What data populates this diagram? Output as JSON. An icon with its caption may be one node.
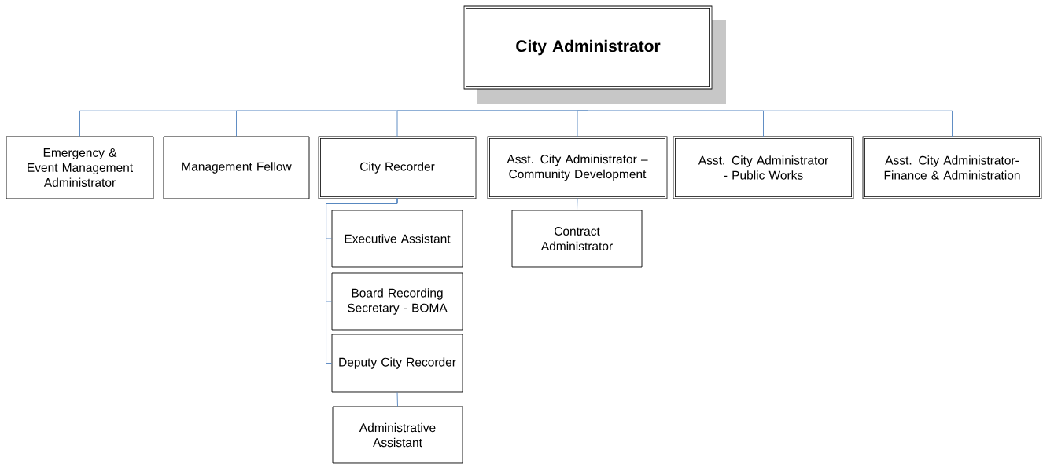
{
  "diagram": {
    "nodes": [
      {
        "text": [
          "City Administrator"
        ]
      },
      {
        "text": [
          "Emergency & Event Management Administrator"
        ]
      },
      {
        "text": [
          "Management Fellow"
        ]
      },
      {
        "text": [
          "City Recorder"
        ]
      },
      {
        "text": [
          "Asst. City Administrator – Community Development"
        ]
      },
      {
        "text": [
          "Asst. City Administrator - Public Works"
        ]
      },
      {
        "text": [
          "Asst. City Administrator- Finance & Administration"
        ]
      },
      {
        "text": [
          "Executive Assistant"
        ]
      },
      {
        "text": [
          "Board Recording Secretary - BOMA"
        ]
      },
      {
        "text": [
          "Deputy City Recorder"
        ]
      },
      {
        "text": [
          "Administrative Assistant"
        ]
      },
      {
        "text": [
          "Contract Administrator"
        ]
      }
    ],
    "edges": [
      {
        "from": 0,
        "to": 1,
        "arrow": "none"
      },
      {
        "from": 0,
        "to": 2,
        "arrow": "none"
      },
      {
        "from": 0,
        "to": 3,
        "arrow": "none"
      },
      {
        "from": 0,
        "to": 4,
        "arrow": "none"
      },
      {
        "from": 0,
        "to": 5,
        "arrow": "none"
      },
      {
        "from": 0,
        "to": 6,
        "arrow": "none"
      },
      {
        "from": 3,
        "to": 7,
        "arrow": "none"
      },
      {
        "from": 3,
        "to": 8,
        "arrow": "none"
      },
      {
        "from": 3,
        "to": 9,
        "arrow": "none"
      },
      {
        "from": 4,
        "to": 11,
        "arrow": "none"
      },
      {
        "from": 9,
        "to": 10,
        "arrow": "none"
      }
    ]
  }
}
